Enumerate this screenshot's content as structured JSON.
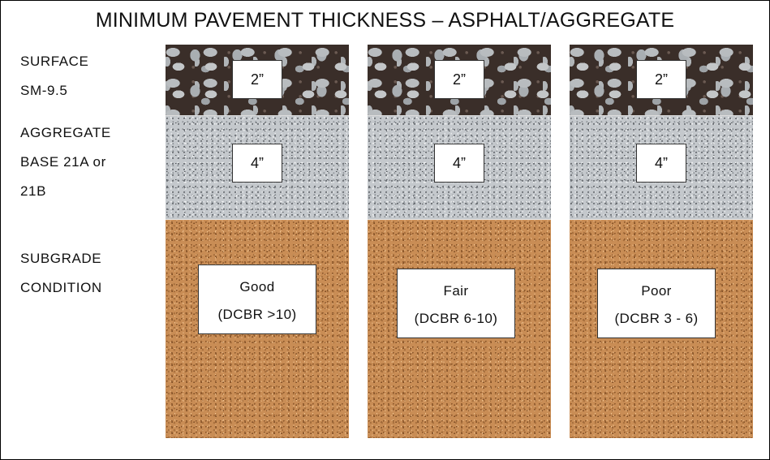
{
  "title": "MINIMUM PAVEMENT THICKNESS – ASPHALT/AGGREGATE",
  "labels": {
    "surface": [
      "SURFACE",
      "SM-9.5"
    ],
    "aggregate": [
      "AGGREGATE",
      "BASE 21A or",
      "21B"
    ],
    "subgrade": [
      "SUBGRADE",
      "CONDITION"
    ]
  },
  "columns": [
    {
      "surface": "2”",
      "aggregate": "4”",
      "condition": "Good",
      "dcbr": "(DCBR >10)"
    },
    {
      "surface": "2”",
      "aggregate": "4”",
      "condition": "Fair",
      "dcbr": "(DCBR 6-10)"
    },
    {
      "surface": "2”",
      "aggregate": "4”",
      "condition": "Poor",
      "dcbr": "(DCBR 3 - 6)"
    }
  ],
  "colors": {
    "surface": "#3a2e29",
    "aggregate": "#c4c8cc",
    "subgrade": "#c98d55"
  }
}
